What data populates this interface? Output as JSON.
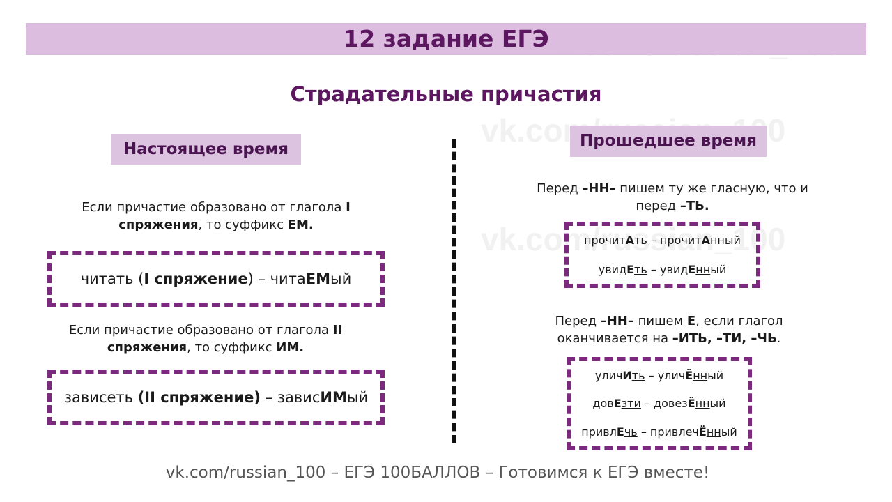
{
  "watermark": "vk.com/russian_100",
  "title": "12 задание ЕГЭ",
  "subtitle": "Страдательные причастия",
  "left": {
    "header": "Настоящее время",
    "rule1": [
      {
        "t": "Если причастие образовано от глагола "
      },
      {
        "t": "I",
        "b": 1
      },
      {
        "t": "\n"
      },
      {
        "t": "спряжения",
        "b": 1
      },
      {
        "t": ", то суффикс "
      },
      {
        "t": "ЕМ.",
        "b": 1
      }
    ],
    "example1": [
      {
        "t": "читать ("
      },
      {
        "t": "I спряжение",
        "b": 1
      },
      {
        "t": ") – чита"
      },
      {
        "t": "ЕМ",
        "b": 1
      },
      {
        "t": "ый"
      }
    ],
    "rule2": [
      {
        "t": "Если причастие образовано от глагола "
      },
      {
        "t": "II",
        "b": 1
      },
      {
        "t": "\n"
      },
      {
        "t": "спряжения",
        "b": 1
      },
      {
        "t": ", то суффикс "
      },
      {
        "t": "ИМ.",
        "b": 1
      }
    ],
    "example2": [
      {
        "t": "зависеть "
      },
      {
        "t": "(II спряжение)",
        "b": 1
      },
      {
        "t": " – завис"
      },
      {
        "t": "ИМ",
        "b": 1
      },
      {
        "t": "ый"
      }
    ]
  },
  "right": {
    "header": "Прошедшее время",
    "rule1": [
      {
        "t": "Перед "
      },
      {
        "t": "–НН–",
        "b": 1
      },
      {
        "t": " пишем ту же гласную, что и"
      },
      {
        "t": "\n"
      },
      {
        "t": "перед "
      },
      {
        "t": "–ТЬ.",
        "b": 1
      }
    ],
    "examples1": [
      [
        {
          "t": "прочит"
        },
        {
          "t": "А",
          "b": 1
        },
        {
          "t": "ть",
          "u": 1
        },
        {
          "t": " – прочит"
        },
        {
          "t": "А",
          "b": 1
        },
        {
          "t": "нн",
          "u": 1
        },
        {
          "t": "ый"
        }
      ],
      [
        {
          "t": "увид"
        },
        {
          "t": "Е",
          "b": 1
        },
        {
          "t": "ть",
          "u": 1
        },
        {
          "t": " – увид"
        },
        {
          "t": "Е",
          "b": 1
        },
        {
          "t": "нн",
          "u": 1
        },
        {
          "t": "ый"
        }
      ]
    ],
    "rule2": [
      {
        "t": "Перед "
      },
      {
        "t": "–НН–",
        "b": 1
      },
      {
        "t": " пишем "
      },
      {
        "t": "Е",
        "b": 1
      },
      {
        "t": ", если глагол"
      },
      {
        "t": "\n"
      },
      {
        "t": "оканчивается на "
      },
      {
        "t": "–ИТЬ, –ТИ, –ЧЬ",
        "b": 1
      },
      {
        "t": "."
      }
    ],
    "examples2": [
      [
        {
          "t": "улич"
        },
        {
          "t": "И",
          "b": 1
        },
        {
          "t": "ть",
          "u": 1
        },
        {
          "t": " – улич"
        },
        {
          "t": "Ё",
          "b": 1
        },
        {
          "t": "нн",
          "u": 1
        },
        {
          "t": "ый"
        }
      ],
      [
        {
          "t": "дов"
        },
        {
          "t": "Е",
          "b": 1
        },
        {
          "t": "зти",
          "u": 1
        },
        {
          "t": " – довез"
        },
        {
          "t": "Ё",
          "b": 1
        },
        {
          "t": "нн",
          "u": 1
        },
        {
          "t": "ый"
        }
      ],
      [
        {
          "t": "привл"
        },
        {
          "t": "Е",
          "b": 1
        },
        {
          "t": "чь",
          "u": 1
        },
        {
          "t": " – привлеч"
        },
        {
          "t": "Ё",
          "b": 1
        },
        {
          "t": "нн",
          "u": 1
        },
        {
          "t": "ый"
        }
      ]
    ]
  },
  "footer": "vk.com/russian_100 – ЕГЭ 100БАЛЛОВ – Готовимся к ЕГЭ вместе!"
}
